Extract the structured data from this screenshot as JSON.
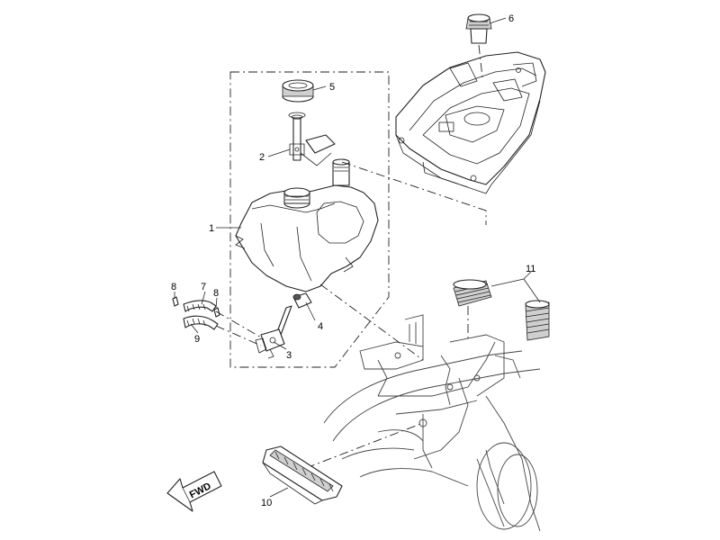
{
  "callouts": {
    "c1": "1",
    "c2": "2",
    "c3": "3",
    "c4": "4",
    "c5": "5",
    "c6": "6",
    "c7": "7",
    "c8a": "8",
    "c8b": "8",
    "c9": "9",
    "c10": "10",
    "c11": "11"
  },
  "direction_arrow": {
    "label": "FWD"
  }
}
